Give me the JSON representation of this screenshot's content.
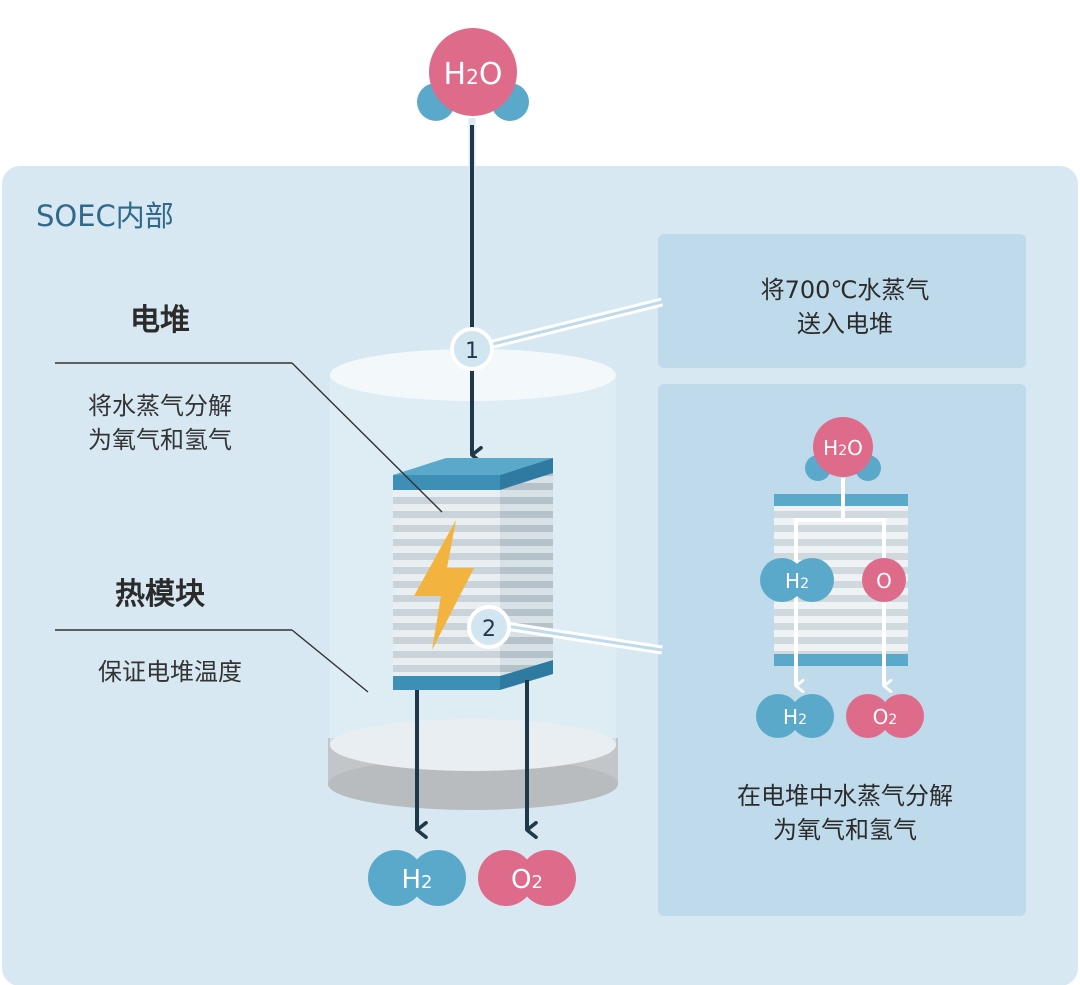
{
  "section_title": "SOEC内部",
  "top_molecule": {
    "main": "H",
    "sub": "2",
    "tail": "O"
  },
  "stack": {
    "title": "电堆",
    "desc_line1": "将水蒸气分解",
    "desc_line2": "为氧气和氢气"
  },
  "thermal": {
    "title": "热模块",
    "desc": "保证电堆温度"
  },
  "steps": {
    "step1": "1",
    "step2": "2"
  },
  "callout1": {
    "line1": "将700℃水蒸气",
    "line2": "送入电堆"
  },
  "callout2": {
    "molecule_in": {
      "main": "H",
      "sub": "2",
      "tail": "O"
    },
    "h2_mid": {
      "main": "H",
      "sub": "2"
    },
    "o_mid": "O",
    "h2_out": {
      "main": "H",
      "sub": "2"
    },
    "o2_out": {
      "main": "O",
      "sub": "2"
    },
    "line1": "在电堆中水蒸气分解",
    "line2": "为氧气和氢气"
  },
  "outputs": {
    "h2": {
      "main": "H",
      "sub": "2"
    },
    "o2": {
      "main": "O",
      "sub": "2"
    }
  },
  "colors": {
    "panel_bg": "#d7e8f2",
    "card_bg": "#bfdaea",
    "blue": "#5aa9cb",
    "pink": "#df6b8a",
    "dark": "#1e3a4a",
    "stack_top": "#3d8fb5",
    "bolt": "#f2b33f"
  }
}
